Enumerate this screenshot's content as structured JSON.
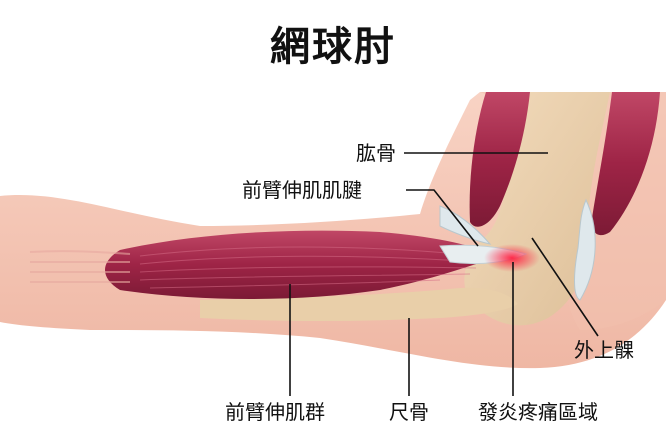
{
  "title": "網球肘",
  "labels": {
    "humerus": "肱骨",
    "extensor_tendon": "前臂伸肌肌腱",
    "lateral_epicondyle": "外上髁",
    "extensor_muscles": "前臂伸肌群",
    "ulna": "尺骨",
    "inflammation_area": "發炎疼痛區域"
  },
  "colors": {
    "skin": "#f5c4b4",
    "bone": "#ecd2ae",
    "muscle": "#a02848",
    "tendon": "#dde6ea",
    "inflammation": "#e83050"
  }
}
